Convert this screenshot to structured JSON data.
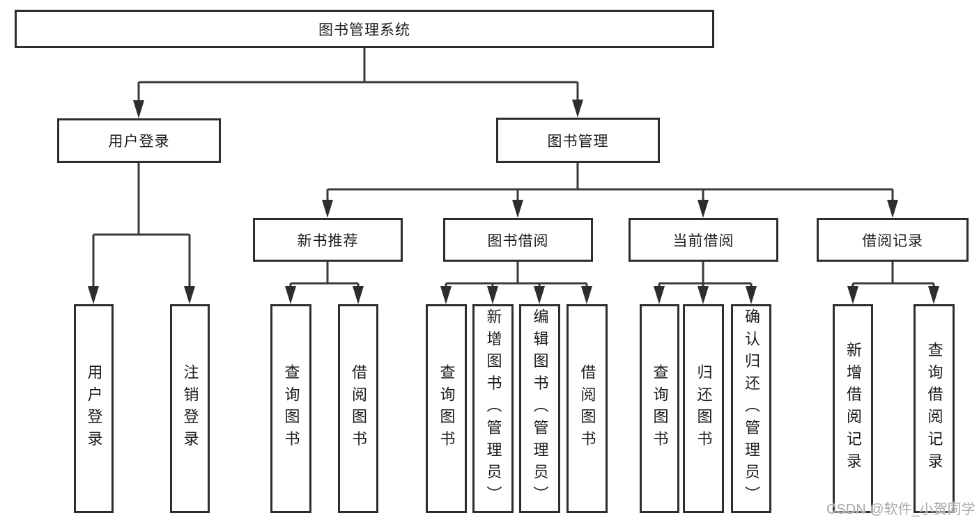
{
  "colors": {
    "box_border": "#2d2d2d",
    "line": "#3a3a3a",
    "text": "#1c1c1c",
    "watermark": "#a8a8a8",
    "background": "#ffffff"
  },
  "watermark": {
    "text": "CSDN @软件_小贺同学"
  },
  "tree": {
    "root": "图书管理系统",
    "branches": [
      {
        "label": "用户登录",
        "children": [
          {
            "label": "用户登录"
          },
          {
            "label": "注销登录"
          }
        ]
      },
      {
        "label": "图书管理",
        "children": [
          {
            "label": "新书推荐",
            "children": [
              {
                "label": "查询图书"
              },
              {
                "label": "借阅图书"
              }
            ]
          },
          {
            "label": "图书借阅",
            "children": [
              {
                "label": "查询图书"
              },
              {
                "label": "新增图书（管理员）"
              },
              {
                "label": "编辑图书（管理员）"
              },
              {
                "label": "借阅图书"
              }
            ]
          },
          {
            "label": "当前借阅",
            "children": [
              {
                "label": "查询图书"
              },
              {
                "label": "归还图书"
              },
              {
                "label": "确认归还（管理员）"
              }
            ]
          },
          {
            "label": "借阅记录",
            "children": [
              {
                "label": "新增借阅记录"
              },
              {
                "label": "查询借阅记录"
              }
            ]
          }
        ]
      }
    ]
  }
}
